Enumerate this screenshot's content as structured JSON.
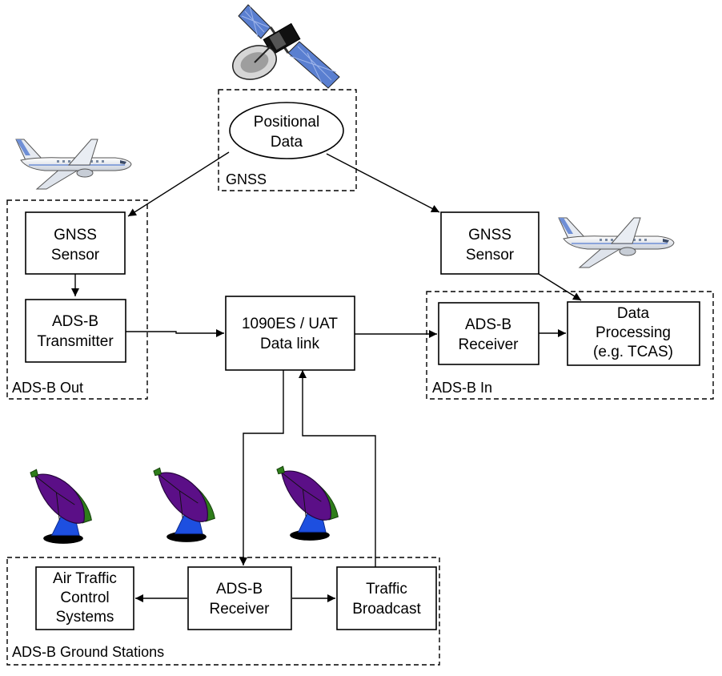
{
  "groups": {
    "gnss": "GNSS",
    "ads_b_out": "ADS-B Out",
    "ads_b_in": "ADS-B In",
    "ground_stations": "ADS-B Ground Stations"
  },
  "nodes": {
    "positional_data": [
      "Positional",
      "Data"
    ],
    "gnss_sensor_left": [
      "GNSS",
      "Sensor"
    ],
    "ads_b_transmitter": [
      "ADS-B",
      "Transmitter"
    ],
    "data_link": [
      "1090ES / UAT",
      "Data link"
    ],
    "gnss_sensor_right": [
      "GNSS",
      "Sensor"
    ],
    "ads_b_receiver_in": [
      "ADS-B",
      "Receiver"
    ],
    "data_processing": [
      "Data",
      "Processing",
      "(e.g. TCAS)"
    ],
    "air_traffic_control": [
      "Air Traffic",
      "Control",
      "Systems"
    ],
    "ads_b_receiver_ground": [
      "ADS-B",
      "Receiver"
    ],
    "traffic_broadcast": [
      "Traffic",
      "Broadcast"
    ]
  },
  "icons": [
    "satellite-icon",
    "airplane-icon",
    "satellite-dish-icon"
  ],
  "colors": {
    "dish_purple": "#5b0f87",
    "dish_green": "#2e7d1a",
    "dish_blue": "#1d4fe0",
    "plane_blue": "#6f8fd6",
    "solar_panel": "#5a7fd0"
  }
}
